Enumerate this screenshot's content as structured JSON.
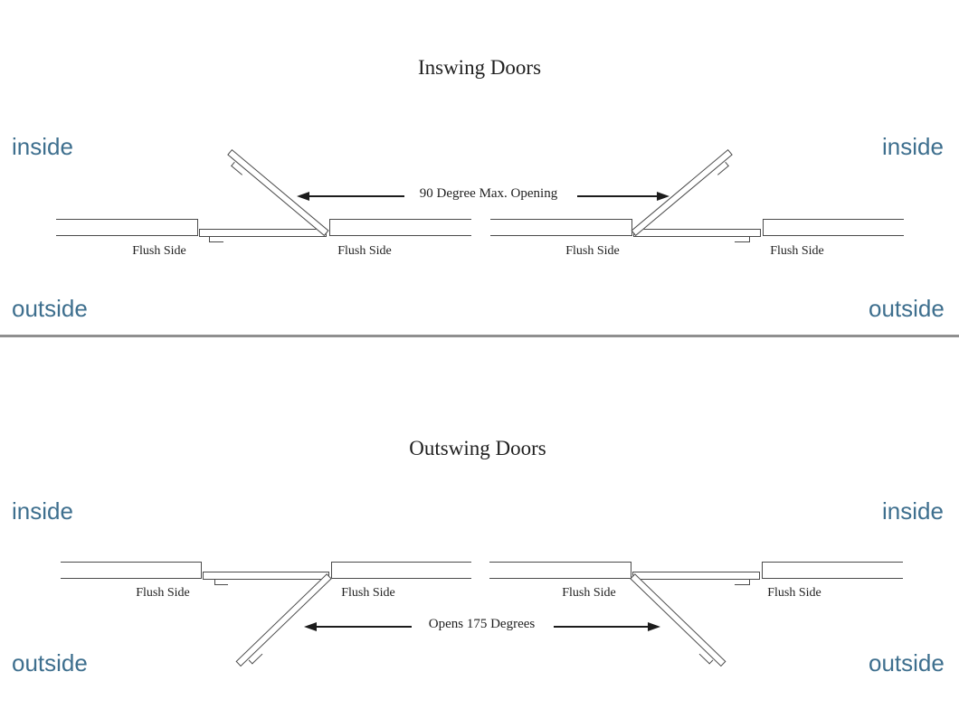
{
  "colors": {
    "label_blue": "#3e6f8e",
    "diagram_line": "#4a4a4a",
    "diagram_text": "#1f1f1f",
    "divider_gray": "#8f8f8f",
    "background": "#ffffff"
  },
  "sections": [
    {
      "title": "Inswing Doors",
      "arrow_label": "90 Degree Max. Opening",
      "side_labels": {
        "top_left": "inside",
        "top_right": "inside",
        "bottom_left": "outside",
        "bottom_right": "outside"
      },
      "flush_side_labels": [
        "Flush Side",
        "Flush Side",
        "Flush Side",
        "Flush Side"
      ]
    },
    {
      "title": "Outswing Doors",
      "arrow_label": "Opens 175 Degrees",
      "side_labels": {
        "top_left": "inside",
        "top_right": "inside",
        "bottom_left": "outside",
        "bottom_right": "outside"
      },
      "flush_side_labels": [
        "Flush Side",
        "Flush Side",
        "Flush Side",
        "Flush Side"
      ]
    }
  ]
}
